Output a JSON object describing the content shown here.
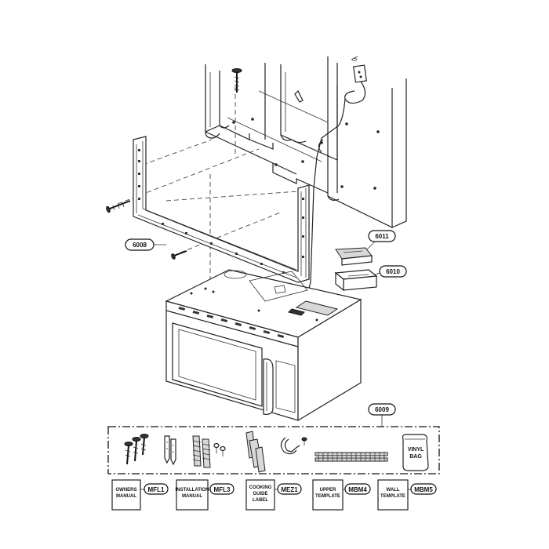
{
  "callouts": {
    "frame": "6008",
    "kit": "6009",
    "lower_part": "6010",
    "upper_part": "6011"
  },
  "documents": [
    {
      "name_line1": "OWNERS",
      "name_line2": "MANUAL",
      "name_line3": "",
      "code": "MFL1"
    },
    {
      "name_line1": "INSTALLATION",
      "name_line2": "MANUAL",
      "name_line3": "",
      "code": "MFL3"
    },
    {
      "name_line1": "COOKING",
      "name_line2": "GUIDE",
      "name_line3": "LABEL",
      "code": "MEZ1"
    },
    {
      "name_line1": "UPPER",
      "name_line2": "TEMPLATE",
      "name_line3": "",
      "code": "MBM4"
    },
    {
      "name_line1": "WALL",
      "name_line2": "TEMPLATE",
      "name_line3": "",
      "code": "MBM5"
    }
  ],
  "vinyl_bag": {
    "line1": "VINYL",
    "line2": "BAG"
  }
}
